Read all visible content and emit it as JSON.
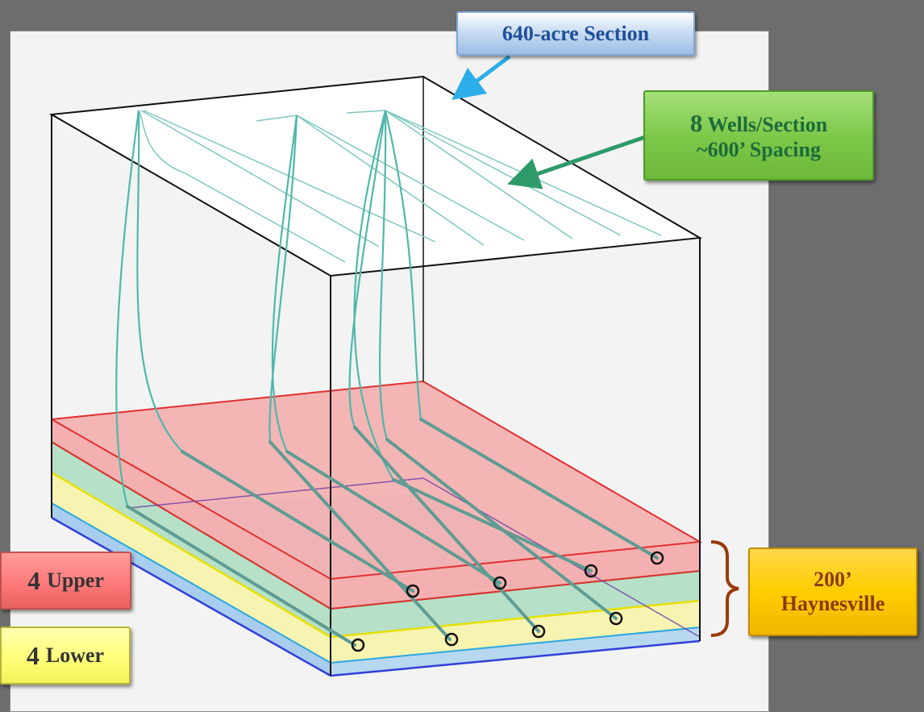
{
  "labels": {
    "section": "640-acre Section",
    "wells_count": "8",
    "wells_line1": "Wells/Section",
    "wells_line2": "~600’ Spacing",
    "haynesville_line1": "200’",
    "haynesville_line2": "Haynesville",
    "upper_count": "4",
    "upper_text": "Upper",
    "lower_count": "4",
    "lower_text": "Lower"
  },
  "colors": {
    "background": "#6d6d6d",
    "panel": "#f3f3f3",
    "upper_layer": "#f4b0b0",
    "middle_layer": "#b7e0c8",
    "lower_layer": "#f7f3b0",
    "base_layer": "#b8d8f0",
    "well_path": "#4fb8aa",
    "lateral": "#5e9c93",
    "bracket": "#9a3a0a"
  }
}
